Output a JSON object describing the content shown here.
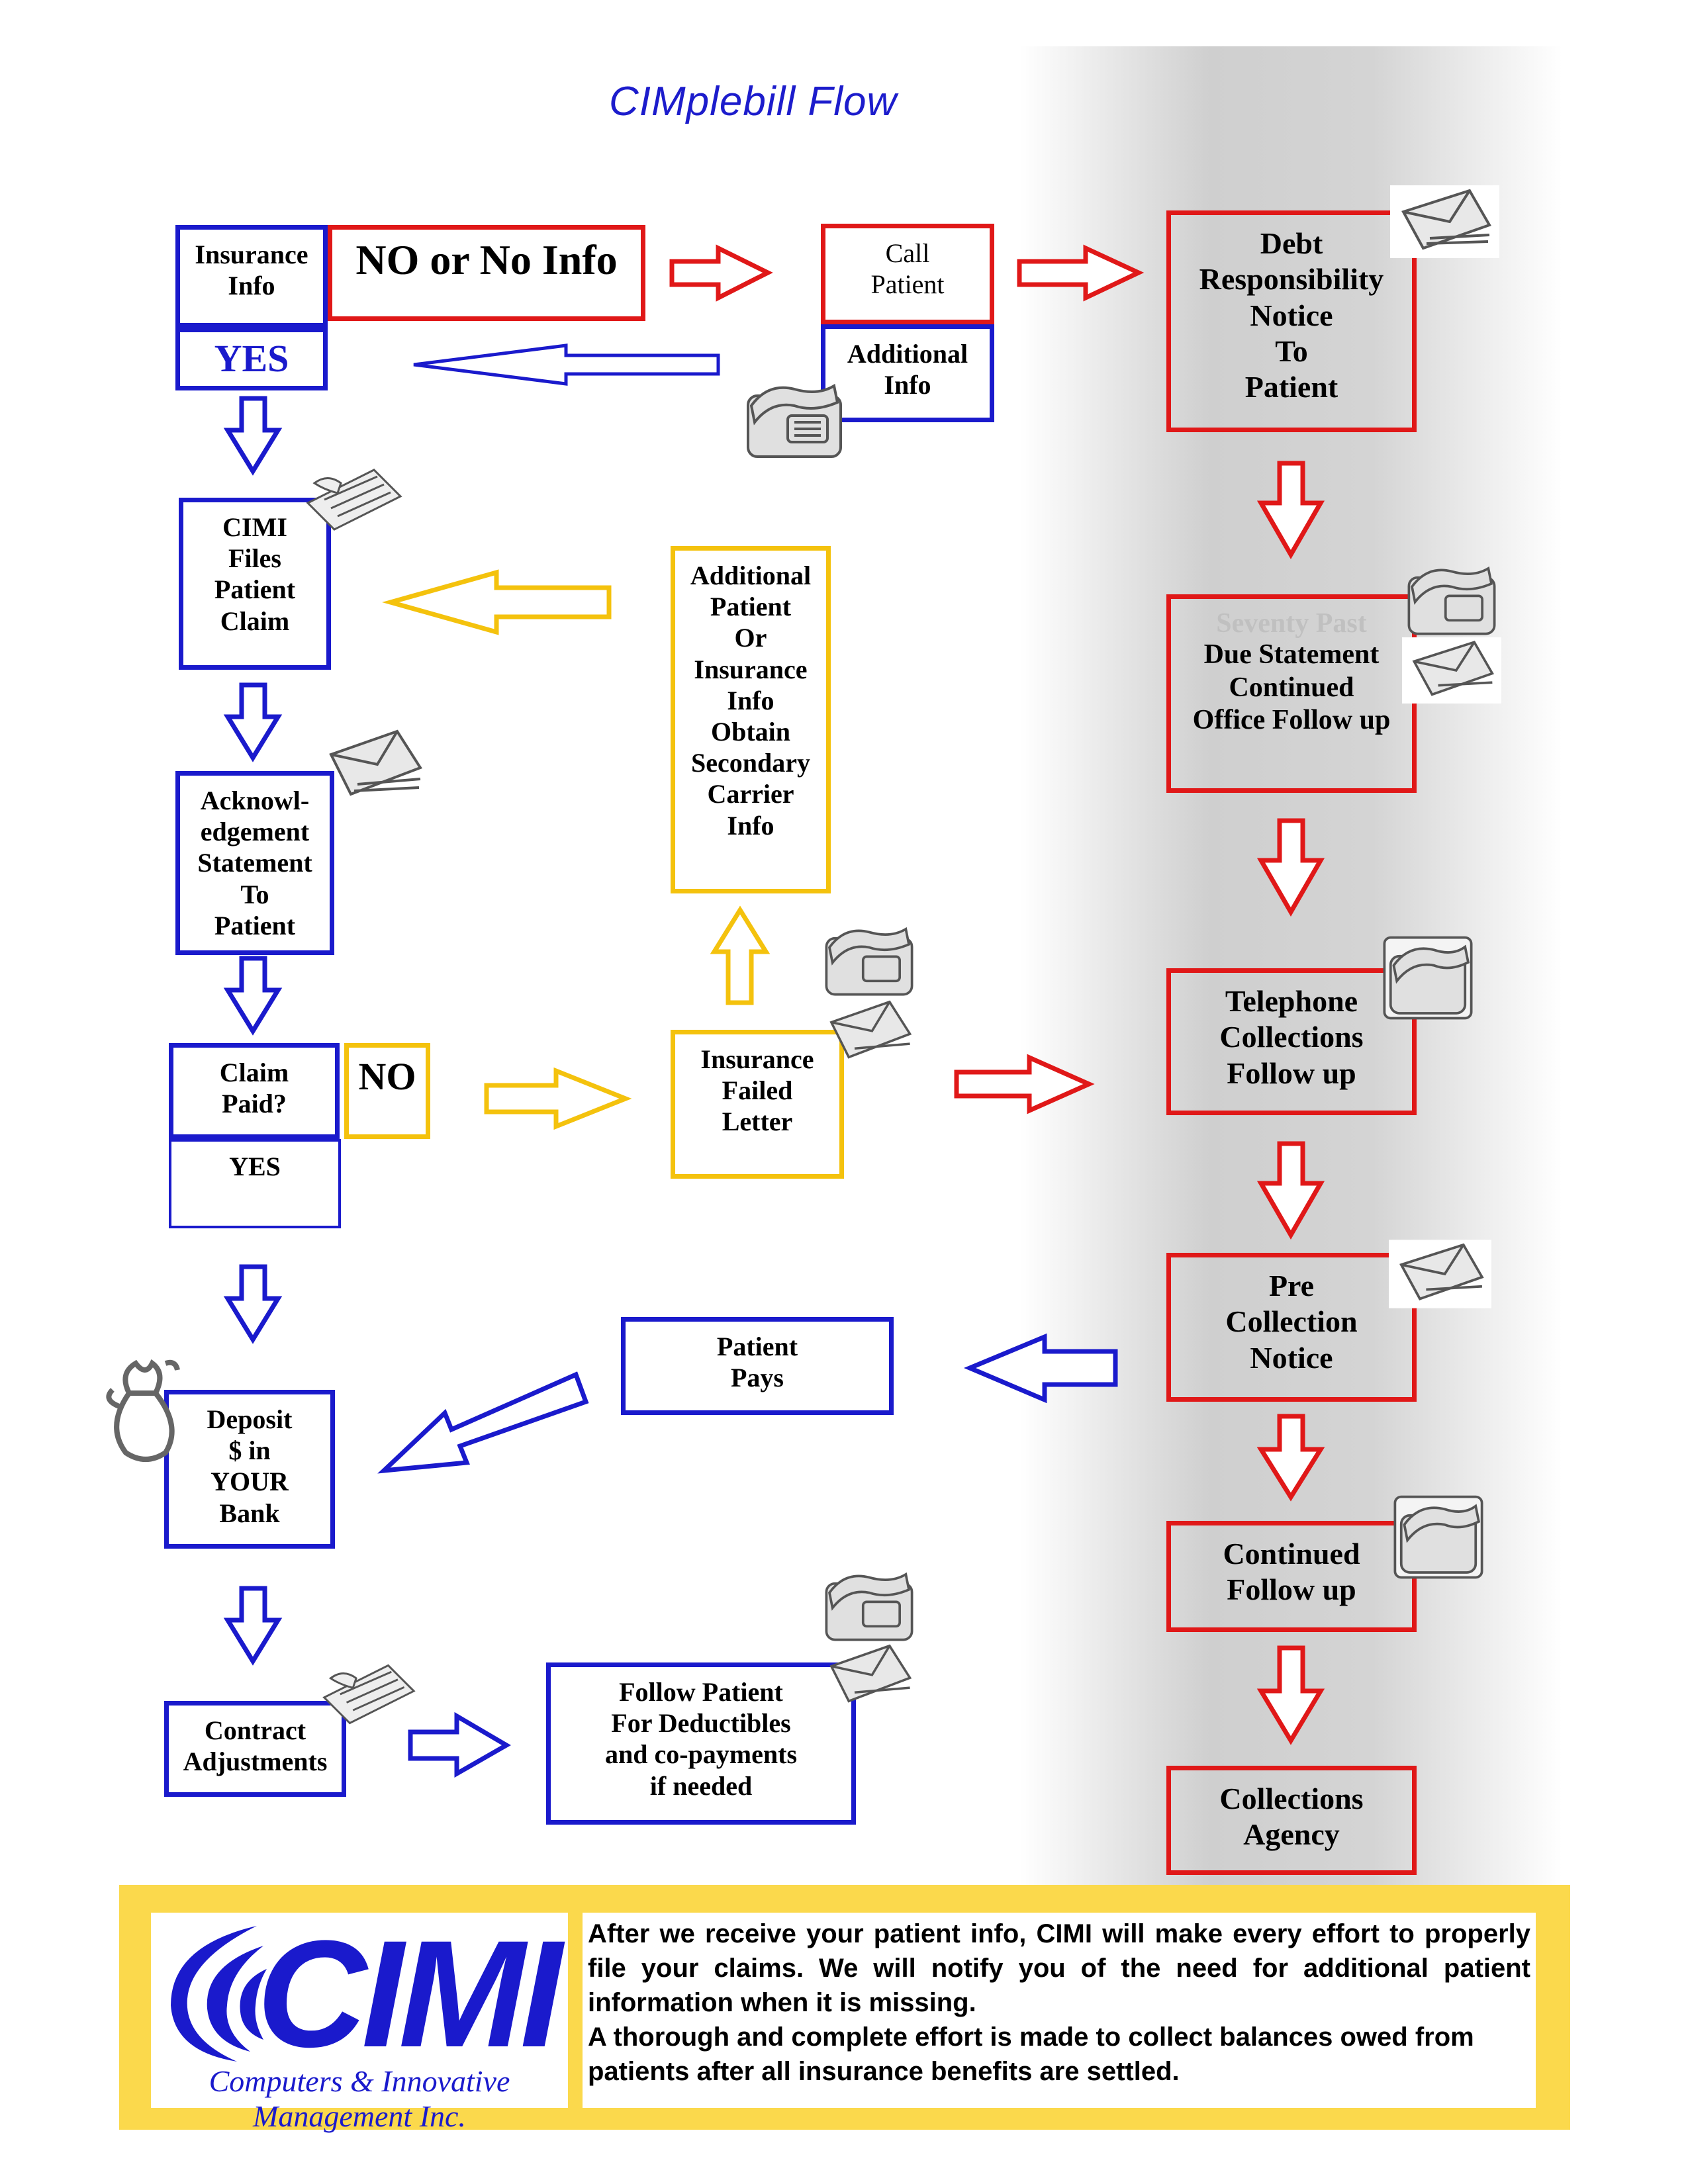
{
  "title": "CIMplebill Flow",
  "boxes": {
    "insurance_info": "Insurance\nInfo",
    "no_or_no_info": "NO or No Info",
    "yes_top": "YES",
    "call_patient": "Call\nPatient",
    "additional_info": "Additional\nInfo",
    "debt_notice": "Debt\nResponsibility\nNotice\nTo\nPatient",
    "cimi_files": "CIMI\nFiles\nPatient\nClaim",
    "additional_patient": "Additional\nPatient\nOr\nInsurance\nInfo\nObtain\nSecondary\nCarrier\nInfo",
    "seventy_day_line1": "Seventy Past",
    "past_due": "Due Statement\nContinued\nOffice Follow up",
    "acknowledgement": "Acknowl-\nedgement\nStatement\nTo\nPatient",
    "telephone": "Telephone\nCollections\nFollow  up",
    "claim_paid": "Claim\nPaid?",
    "no_mid": "NO",
    "yes_mid": "YES",
    "insurance_failed": "Insurance\nFailed\nLetter",
    "pre_collection": "Pre\nCollection\nNotice",
    "patient_pays": "Patient\nPays",
    "deposit": "Deposit\n$ in\nYOUR\nBank",
    "continued": "Continued\nFollow  up",
    "contract": "Contract\nAdjustments",
    "follow_patient": "Follow Patient\nFor  Deductibles\nand co-payments\nif needed",
    "collections_agency": "Collections\nAgency"
  },
  "footer": {
    "logo_text": "CIMI",
    "logo_subtitle": "Computers & Innovative Management Inc.",
    "paragraph1": "After we receive your patient info, CIMI will make every effort to properly file your claims. We will notify you of the need for additional patient information when it is missing.",
    "paragraph2": "A thorough and complete effort is made to collect balances owed from patients after all insurance benefits are settled."
  },
  "colors": {
    "blue": "#1a1acc",
    "red": "#e01818",
    "yellow": "#f4c20d",
    "footer_yellow": "#fbd94c"
  },
  "icons": [
    "envelope-icon",
    "telephone-icon",
    "keyboard-icon",
    "money-bag-icon"
  ]
}
